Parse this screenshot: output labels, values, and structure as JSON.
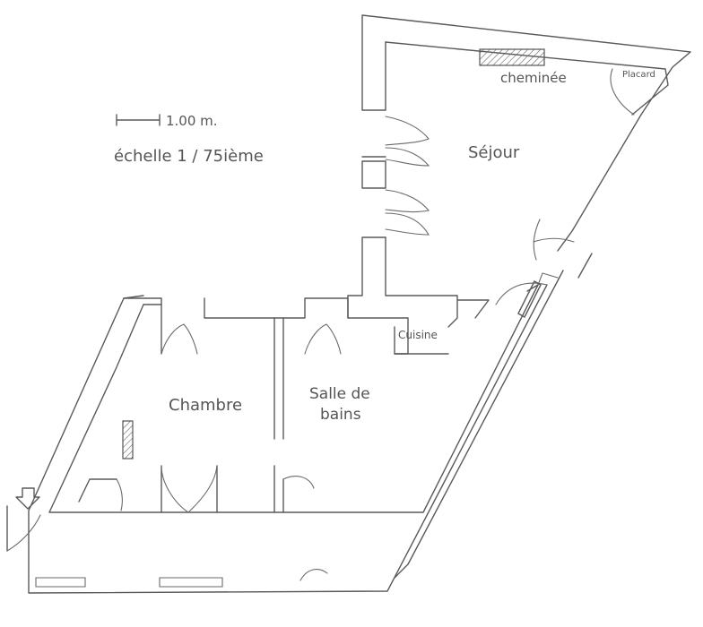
{
  "scale": {
    "bar_label": "1.00 m.",
    "ratio_label": "échelle 1 / 75ième"
  },
  "rooms": {
    "sejour": "Séjour",
    "chambre": "Chambre",
    "salle_de_bains_line1": "Salle de",
    "salle_de_bains_line2": "bains",
    "cuisine": "Cuisine"
  },
  "features": {
    "cheminee": "cheminée",
    "placard": "Placard"
  },
  "colors": {
    "line": "#5a5a5a",
    "paper": "#ffffff"
  }
}
